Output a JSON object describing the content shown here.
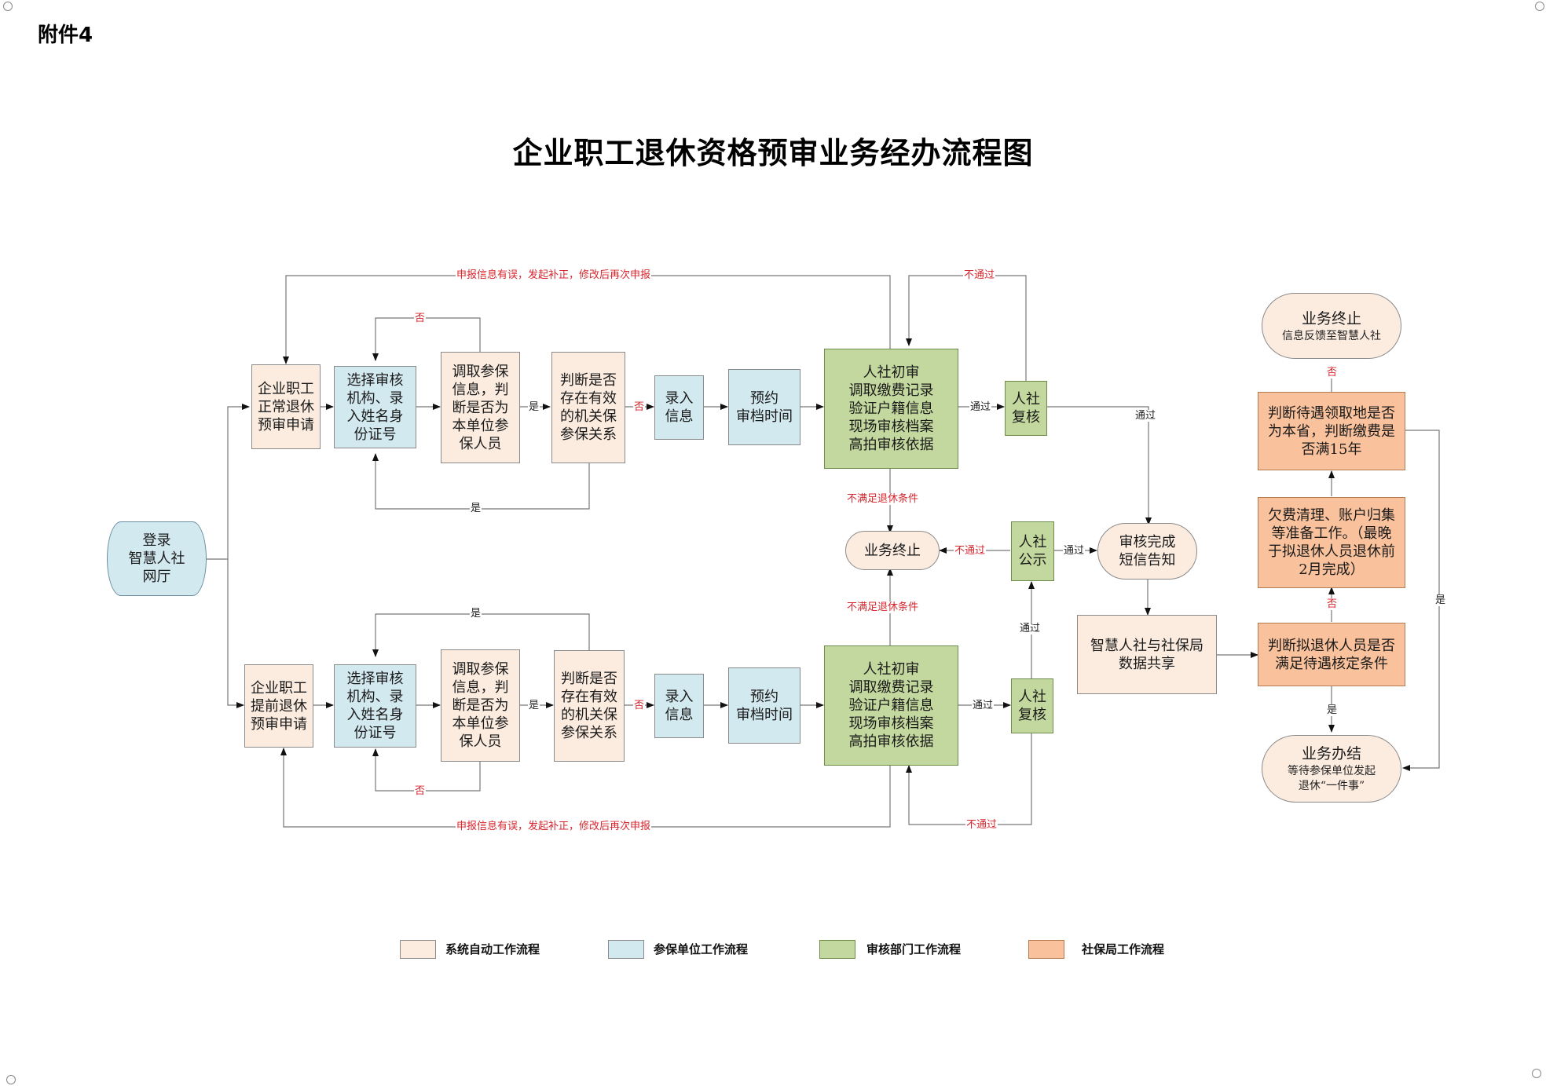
{
  "header": {
    "attachment": "附件4",
    "title": "企业职工退休资格预审业务经办流程图"
  },
  "nodes": {
    "login": "登录\n智慧人社\n网厅",
    "normal_apply": "企业职工\n正常退休\n预审申请",
    "early_apply": "企业职工\n提前退休\n预审申请",
    "select_top": "选择审核\n机构、录\n入姓名身\n份证号",
    "select_bottom": "选择审核\n机构、录\n入姓名身\n份证号",
    "fetch_top": "调取参保\n信息，判\n断是否为\n本单位参\n保人员",
    "fetch_bottom": "调取参保\n信息，判\n断是否为\n本单位参\n保人员",
    "judge_top": "判断是否\n存在有效\n的机关保\n参保关系",
    "judge_bottom": "判断是否\n存在有效\n的机关保\n参保关系",
    "entry_top": "录入\n信息",
    "entry_bottom": "录入\n信息",
    "book_top": "预约\n审档时间",
    "book_bottom": "预约\n审档时间",
    "initial_top": "人社初审\n调取缴费记录\n验证户籍信息\n现场审核档案\n高拍审核依据",
    "initial_bottom": "人社初审\n调取缴费记录\n验证户籍信息\n现场审核档案\n高拍审核依据",
    "recheck_top": "人社\n复核",
    "recheck_bottom": "人社\n复核",
    "publicity": "人社\n公示",
    "terminate_mid": "业务终止",
    "sms": "审核完成\n短信告知",
    "share": "智慧人社与社保局\n数据共享",
    "judge_eligible": "判断拟退休人员是否\n满足待遇核定条件",
    "prepare": "欠费清理、账户归集\n等准备工作。（最晚\n于拟退休人员退休前\n2月完成）",
    "judge_local": "判断待遇领取地是否\n为本省，判断缴费是\n否满15年",
    "terminate_top_title": "业务终止",
    "terminate_top_sub": "信息反馈至智慧人社",
    "complete_title": "业务办结",
    "complete_sub": "等待参保单位发起\n退休“一件事”"
  },
  "labels": {
    "resubmit": "申报信息有误，发起补正，修改后再次申报",
    "fail": "不通过",
    "pass": "通过",
    "no": "否",
    "yes": "是",
    "not_eligible": "不满足退休条件"
  },
  "legend": [
    {
      "label": "系统自动工作流程",
      "color": "#fcece0"
    },
    {
      "label": "参保单位工作流程",
      "color": "#d3e9f0"
    },
    {
      "label": "审核部门工作流程",
      "color": "#c3d89e"
    },
    {
      "label": "社保局工作流程",
      "color": "#f9c29c"
    }
  ]
}
